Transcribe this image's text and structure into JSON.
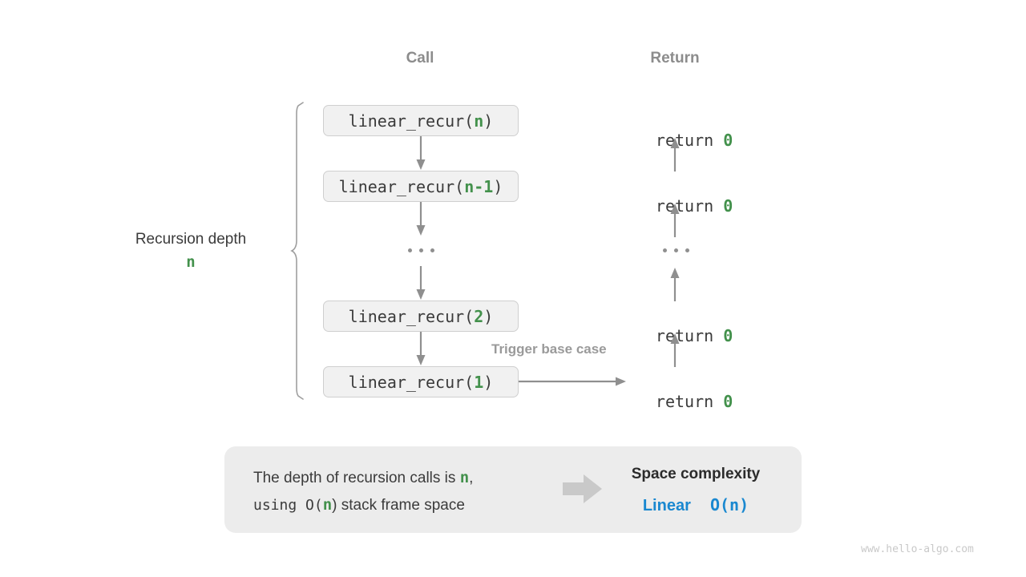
{
  "columns": {
    "call_header": "Call",
    "return_header": "Return"
  },
  "depth": {
    "label": "Recursion depth",
    "value": "n"
  },
  "frames": [
    {
      "prefix": "linear_recur(",
      "arg": "n",
      "suffix": ")",
      "return_text": "return ",
      "return_value": "0"
    },
    {
      "prefix": "linear_recur(",
      "arg": "n-1",
      "suffix": ")",
      "return_text": "return ",
      "return_value": "0"
    },
    {
      "prefix": "linear_recur(",
      "arg": "2",
      "suffix": ")",
      "return_text": "return ",
      "return_value": "0"
    },
    {
      "prefix": "linear_recur(",
      "arg": "1",
      "suffix": ")",
      "return_text": "return ",
      "return_value": "0"
    }
  ],
  "ellipsis": "...",
  "trigger_label": "Trigger base case",
  "caption": {
    "line1_a": "The depth of recursion calls is ",
    "line1_var": "n",
    "line1_b": ",",
    "line2_a": "using O(",
    "line2_var": "n",
    "line2_b": ") stack frame space",
    "result_title": "Space complexity",
    "result_kind": "Linear",
    "result_notation": "O(n)"
  },
  "watermark": "www.hello-algo.com",
  "colors": {
    "accent_green": "#43914c",
    "accent_blue": "#1a88d0",
    "box_fill": "#f1f1f1",
    "box_border": "#cfcfcf",
    "panel_fill": "#ececec",
    "arrow_gray": "#8f8f8f",
    "muted_gray": "#8c8c8c"
  }
}
